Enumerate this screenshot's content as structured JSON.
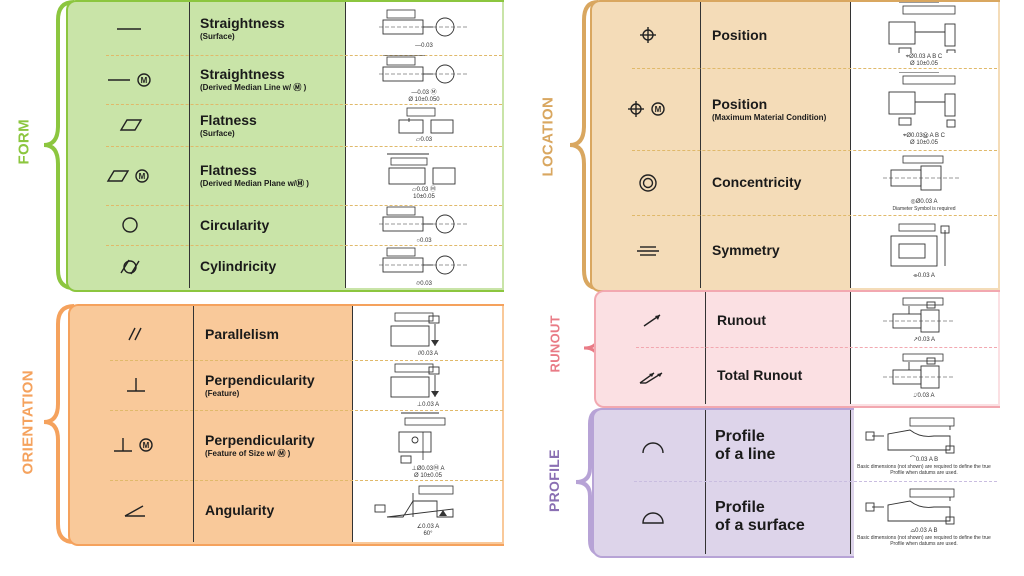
{
  "groups": {
    "form": {
      "label": "FORM",
      "color": "#8cc63f"
    },
    "orientation": {
      "label": "ORIENTATION",
      "color": "#f5a25d"
    },
    "location": {
      "label": "LOCATION",
      "color": "#d9a760"
    },
    "runout": {
      "label": "RUNOUT",
      "color": "#e97b86"
    },
    "profile": {
      "label": "PROFILE",
      "color": "#8a6fb3"
    }
  },
  "form_rows": [
    {
      "name": "Straightness",
      "sub": "(Surface)",
      "symbol": "straightness-icon",
      "callout": "—0.03"
    },
    {
      "name": "Straightness",
      "sub": "(Derived Median Line w/ Ⓜ )",
      "symbol": "straightness-mmc-icon",
      "callout": "—0.03 Ⓜ",
      "dim": "Ø 10±0.050"
    },
    {
      "name": "Flatness",
      "sub": "(Surface)",
      "symbol": "flatness-icon",
      "callout": "▱0.03"
    },
    {
      "name": "Flatness",
      "sub": "(Derived Median Plane w/Ⓜ )",
      "symbol": "flatness-mmc-icon",
      "callout": "▱0.03 Ⓜ",
      "dim": "10±0.05"
    },
    {
      "name": "Circularity",
      "sub": "",
      "symbol": "circularity-icon",
      "callout": "○0.03"
    },
    {
      "name": "Cylindricity",
      "sub": "",
      "symbol": "cylindricity-icon",
      "callout": "⌭0.03"
    }
  ],
  "orientation_rows": [
    {
      "name": "Parallelism",
      "sub": "",
      "symbol": "parallelism-icon",
      "callout": "//0.03 A"
    },
    {
      "name": "Perpendicularity",
      "sub": "(Feature)",
      "symbol": "perpendicularity-icon",
      "callout": "⊥0.03 A"
    },
    {
      "name": "Perpendicularity",
      "sub": "(Feature of Size w/ Ⓜ )",
      "symbol": "perpendicularity-mmc-icon",
      "callout": "⊥Ø0.03Ⓜ A",
      "dim": "Ø 10±0.05"
    },
    {
      "name": "Angularity",
      "sub": "",
      "symbol": "angularity-icon",
      "callout": "∠0.03 A",
      "dim": "60°"
    }
  ],
  "location_rows": [
    {
      "name": "Position",
      "sub": "",
      "symbol": "position-icon",
      "callout": "⌖Ø0.03 A B C",
      "dim": "Ø 10±0.05"
    },
    {
      "name": "Position",
      "sub": "(Maximum Material Condition)",
      "symbol": "position-mmc-icon",
      "callout": "⌖Ø0.03Ⓜ A B C",
      "dim": "Ø 10±0.05"
    },
    {
      "name": "Concentricity",
      "sub": "",
      "symbol": "concentricity-icon",
      "callout": "◎Ø0.03 A",
      "note": "Diameter Symbol is required"
    },
    {
      "name": "Symmetry",
      "sub": "",
      "symbol": "symmetry-icon",
      "callout": "⌯0.03 A"
    }
  ],
  "runout_rows": [
    {
      "name": "Runout",
      "sub": "",
      "symbol": "runout-icon",
      "callout": "↗0.03 A"
    },
    {
      "name": "Total Runout",
      "sub": "",
      "symbol": "total-runout-icon",
      "callout": "⌰0.03 A"
    }
  ],
  "profile_rows": [
    {
      "name": "Profile\nof a line",
      "symbol": "profile-line-icon",
      "callout": "⌒0.03 A B",
      "note": "Basic dimensions (not shown) are required to define the true Profile when datums are used."
    },
    {
      "name": "Profile\nof a surface",
      "symbol": "profile-surface-icon",
      "callout": "⌓0.03 A B",
      "note": "Basic dimensions (not shown) are required to define the true Profile when datums are used."
    }
  ],
  "datum_labels": {
    "a": "A",
    "b": "B",
    "c": "C"
  }
}
